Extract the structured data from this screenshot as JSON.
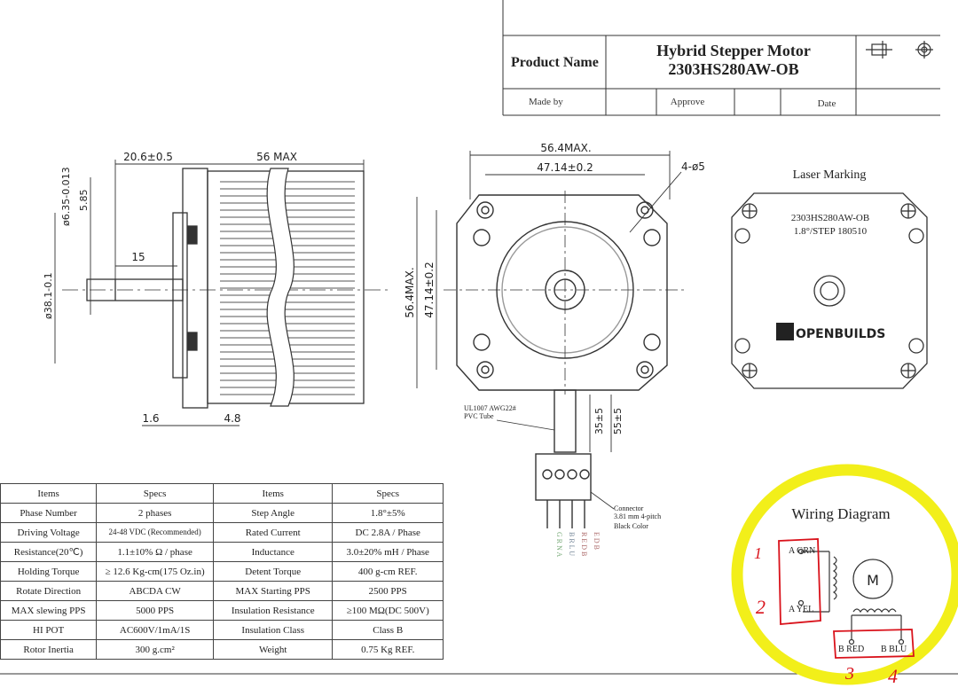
{
  "title_block": {
    "product_name_label": "Product Name",
    "product_title_line1": "Hybrid Stepper Motor",
    "product_title_line2": "2303HS280AW-OB",
    "made_by_label": "Made by",
    "approve_label": "Approve",
    "date_label": "Date"
  },
  "side_view": {
    "dim_length": "20.6±0.5",
    "dim_max": "56 MAX",
    "dim_shaft_dia": "ø6.35-0.013",
    "dim_flat": "5.85",
    "dim_flat_length": "15",
    "dim_boss": "ø38.1-0.1",
    "dim_flange": "1.6",
    "dim_step": "4.8"
  },
  "front_view": {
    "dim_width_max": "56.4MAX.",
    "dim_hole_spacing": "47.14±0.2",
    "dim_holes": "4-ø5",
    "dim_height_max": "56.4MAX.",
    "dim_height_spacing": "47.14±0.2",
    "cable_label_1": "UL1007 AWG22#",
    "cable_label_2": "PVC Tube",
    "dim_cable_1": "35±5",
    "dim_cable_2": "55±5",
    "connector_1": "Connector",
    "connector_2": "3.81 mm 4-pitch",
    "connector_3": "Black Color",
    "wire_cols": [
      "G R N A",
      "B R L U",
      "R E D B",
      "E D B"
    ]
  },
  "laser_marking": {
    "heading": "Laser Marking",
    "model": "2303HS280AW-OB",
    "step_line": "1.8°/STEP   180510",
    "brand": "OPENBUILDS"
  },
  "specs_table": {
    "rows": [
      [
        "Items",
        "Specs",
        "Items",
        "Specs"
      ],
      [
        "Phase Number",
        "2 phases",
        "Step Angle",
        "1.8°±5%"
      ],
      [
        "Driving Voltage",
        "24-48 VDC (Recommended)",
        "Rated Current",
        "DC 2.8A / Phase"
      ],
      [
        "Resistance(20℃)",
        "1.1±10% Ω / phase",
        "Inductance",
        "3.0±20% mH / Phase"
      ],
      [
        "Holding Torque",
        "≥ 12.6 Kg-cm(175 Oz.in)",
        "Detent Torque",
        "400 g-cm REF."
      ],
      [
        "Rotate Direction",
        "ABCDA CW",
        "MAX Starting PPS",
        "2500 PPS"
      ],
      [
        "MAX slewing PPS",
        "5000 PPS",
        "Insulation Resistance",
        "≥100 MΩ(DC 500V)"
      ],
      [
        "HI POT",
        "AC600V/1mA/1S",
        "Insulation Class",
        "Class B"
      ],
      [
        "Rotor Inertia",
        "300 g.cm²",
        "Weight",
        "0.75 Kg  REF."
      ]
    ]
  },
  "wiring": {
    "heading": "Wiring Diagram",
    "a_grn": "A GRN",
    "a_yel": "A YEL",
    "b_red": "B RED",
    "b_blu": "B BLU",
    "motor": "M",
    "note_1": "1",
    "note_2": "2",
    "note_3": "3",
    "note_4": "4",
    "highlight_color": "#f2ef1a",
    "annotation_color": "#d9121b"
  }
}
